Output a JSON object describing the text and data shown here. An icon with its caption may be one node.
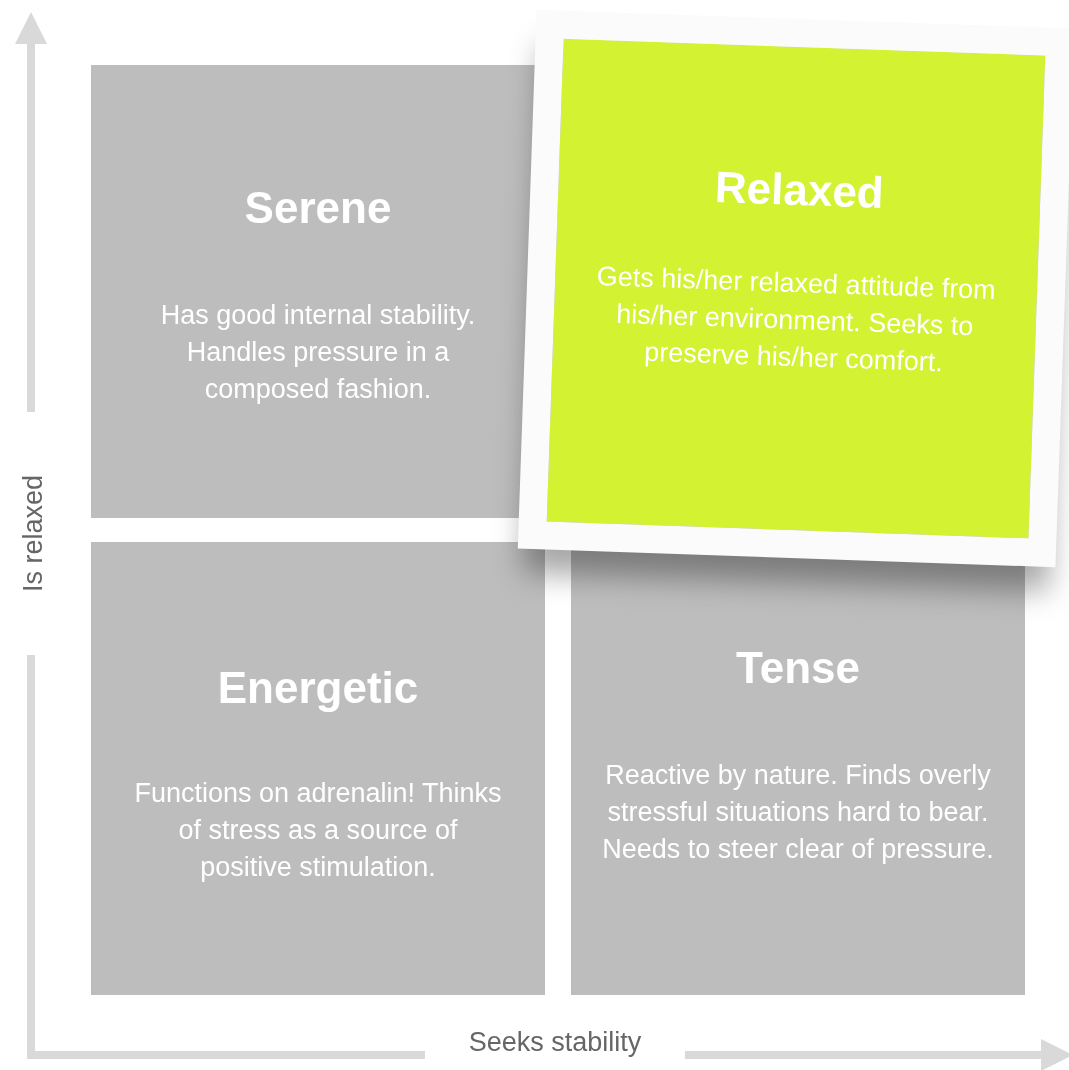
{
  "diagram": {
    "nodes": [
      {
        "text": [
          "Serene",
          "Has good internal stability. Handles pressure in a composed fashion."
        ]
      },
      {
        "text": [
          "Relaxed",
          "Gets his/her relaxed attitude from his/her environment. Seeks to preserve his/her comfort."
        ]
      },
      {
        "text": [
          "Energetic",
          "Functions on adrenalin! Thinks of stress as a source of positive stimulation."
        ]
      },
      {
        "text": [
          "Tense",
          "Reactive by nature. Finds overly stressful situations hard to bear. Needs to steer clear of pressure."
        ]
      }
    ],
    "labels": [
      "Is relaxed",
      "Seeks stability"
    ]
  }
}
